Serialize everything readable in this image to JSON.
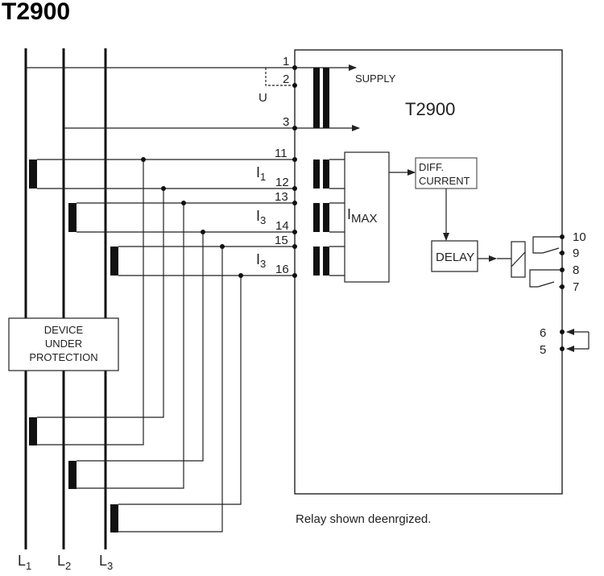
{
  "title": "T2900",
  "relay_unit": {
    "name": "T2900",
    "supply_label": "SUPPLY",
    "voltage_label": "U",
    "terminals": [
      "1",
      "2",
      "3",
      "11",
      "12",
      "13",
      "14",
      "15",
      "16",
      "10",
      "9",
      "8",
      "7",
      "6",
      "5"
    ],
    "current_input_labels": [
      {
        "letter": "I",
        "sub": "1"
      },
      {
        "letter": "I",
        "sub": "3"
      },
      {
        "letter": "I",
        "sub": "3"
      }
    ],
    "imax_block": {
      "letter": "I",
      "sub": "MAX"
    },
    "diff_current_block": {
      "line1": "DIFF.",
      "line2": "CURRENT"
    },
    "delay_block": "DELAY"
  },
  "protected_device": {
    "line1": "DEVICE",
    "line2": "UNDER",
    "line3": "PROTECTION"
  },
  "lines": [
    {
      "letter": "L",
      "sub": "1"
    },
    {
      "letter": "L",
      "sub": "2"
    },
    {
      "letter": "L",
      "sub": "3"
    }
  ],
  "note": "Relay shown deenrgized."
}
